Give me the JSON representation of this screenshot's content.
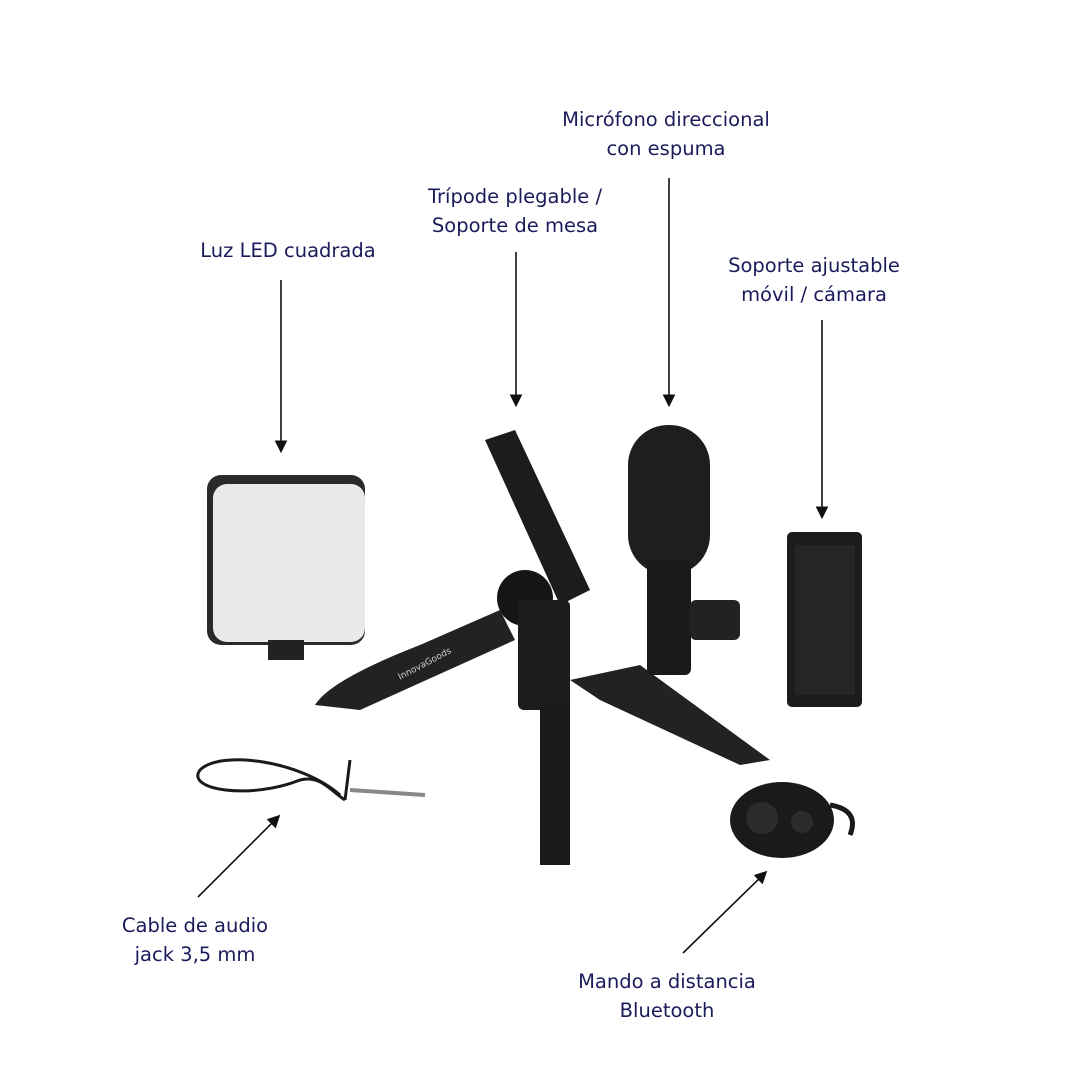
{
  "labels": {
    "led_light": "Luz LED cuadrada",
    "tripod": [
      "Trípode plegable /",
      "Soporte de mesa"
    ],
    "microphone": [
      "Micrófono direccional",
      "con espuma"
    ],
    "phone_holder": [
      "Soporte ajustable",
      "móvil / cámara"
    ],
    "audio_cable": [
      "Cable de audio",
      "jack 3,5 mm"
    ],
    "remote": [
      "Mando a distancia",
      "Bluetooth"
    ]
  },
  "brand_on_tripod": "InnovaGoods",
  "colors": {
    "label_text": "#1b1b5c",
    "arrow": "#111111",
    "product_black": "#1c1c1c",
    "led_panel": "#e9e9e9"
  }
}
